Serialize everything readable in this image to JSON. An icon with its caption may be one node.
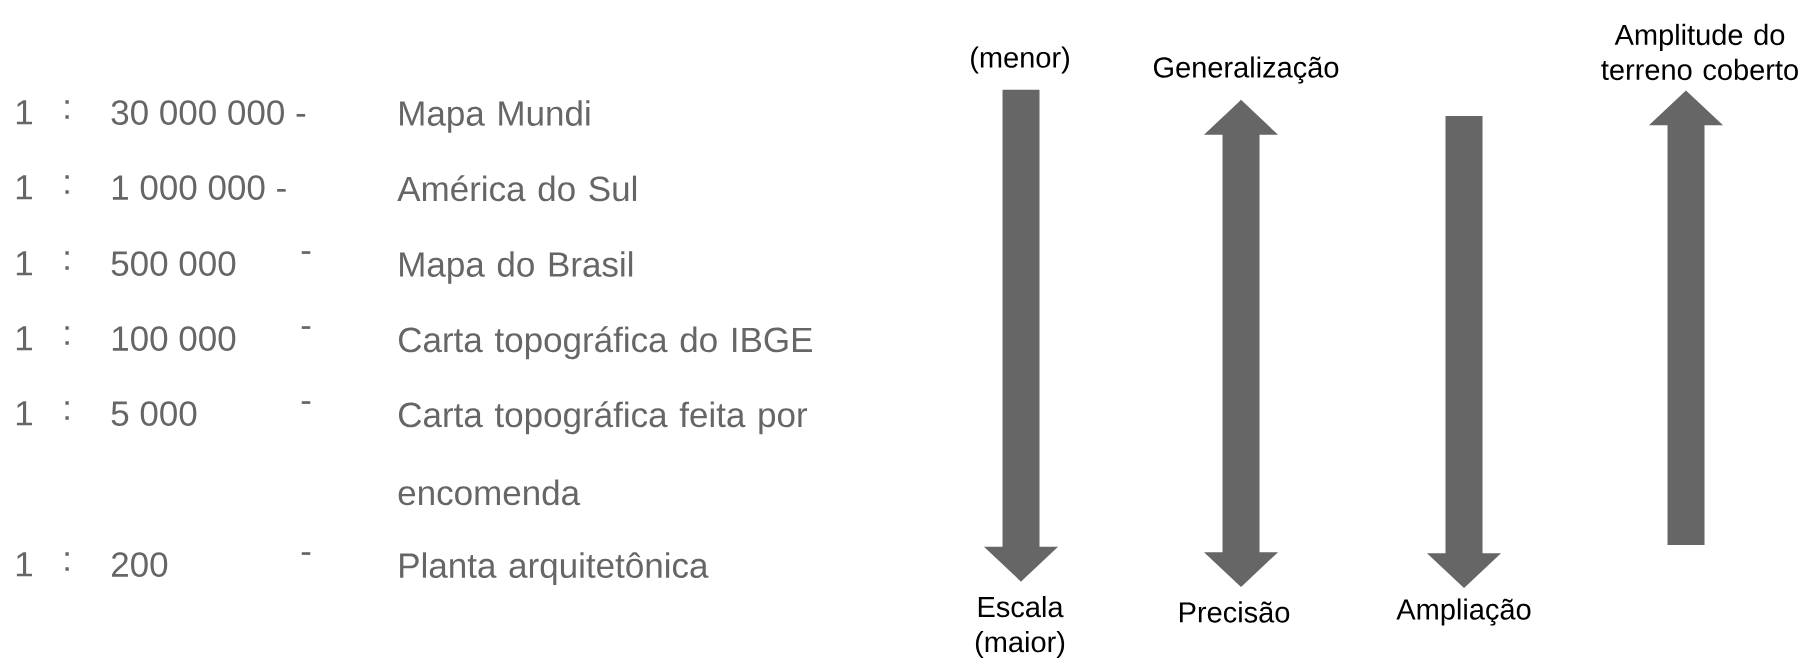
{
  "diagram": {
    "nodes": [
      {
        "text": [
          "(menor)"
        ]
      },
      {
        "text": [
          "Escala (maior)"
        ]
      },
      {
        "text": [
          "Generalização"
        ]
      },
      {
        "text": [
          "Precisão"
        ]
      },
      {
        "text": [
          "Ampliação"
        ]
      },
      {
        "text": [
          "Amplitude do terreno coberto"
        ]
      }
    ],
    "edges": [
      {
        "from": 0,
        "to": 1,
        "arrow": "to"
      },
      {
        "from": 2,
        "to": 3,
        "arrow": "both"
      },
      {
        "from": null,
        "to": 4,
        "arrow": "to"
      },
      {
        "from": null,
        "to": 5,
        "arrow": "to"
      }
    ],
    "labels": [
      "1",
      ":",
      "30 000 000 -",
      "Mapa Mundi",
      "1",
      ":",
      "1 000 000 -",
      "América do Sul",
      "1",
      ":",
      "500 000",
      "-",
      "Mapa do Brasil",
      "1",
      ":",
      "100 000",
      "-",
      "Carta topográfica do IBGE",
      "1",
      ":",
      "5 000",
      "-",
      "Carta topográfica feita por encomenda",
      "1",
      ":",
      "200",
      "-",
      "Planta arquitetônica"
    ]
  }
}
